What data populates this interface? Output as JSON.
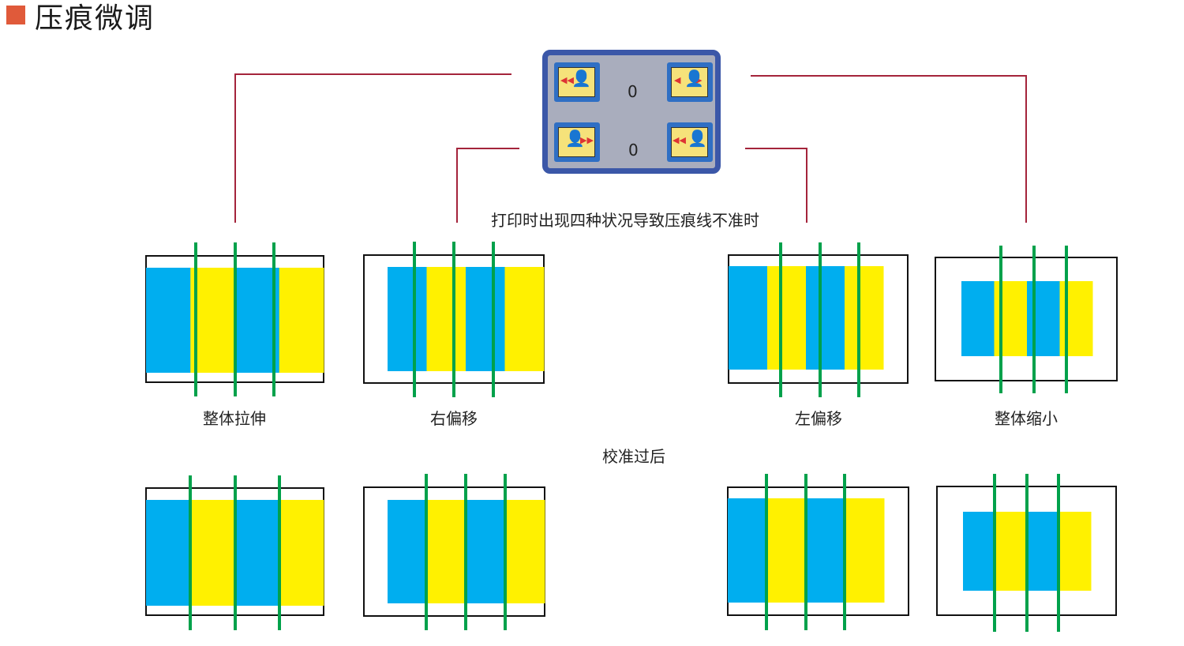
{
  "header": {
    "title": "压痕微调",
    "square_color": "#e05a3a"
  },
  "panel": {
    "bg_color": "#a9adbd",
    "border_color": "#3b57a8",
    "values": [
      "0",
      "0"
    ],
    "icons": [
      "shift-left-icon",
      "stretch-icon",
      "shift-right-icon",
      "shrink-icon"
    ]
  },
  "caption_top": "打印时出现四种状况导致压痕线不准时",
  "caption_mid": "校准过后",
  "case_labels": [
    "整体拉伸",
    "右偏移",
    "左偏移",
    "整体缩小"
  ],
  "colors": {
    "cyan": "#00aeef",
    "yellow": "#fff100",
    "green": "#00a14b",
    "connector": "#a4243b"
  }
}
